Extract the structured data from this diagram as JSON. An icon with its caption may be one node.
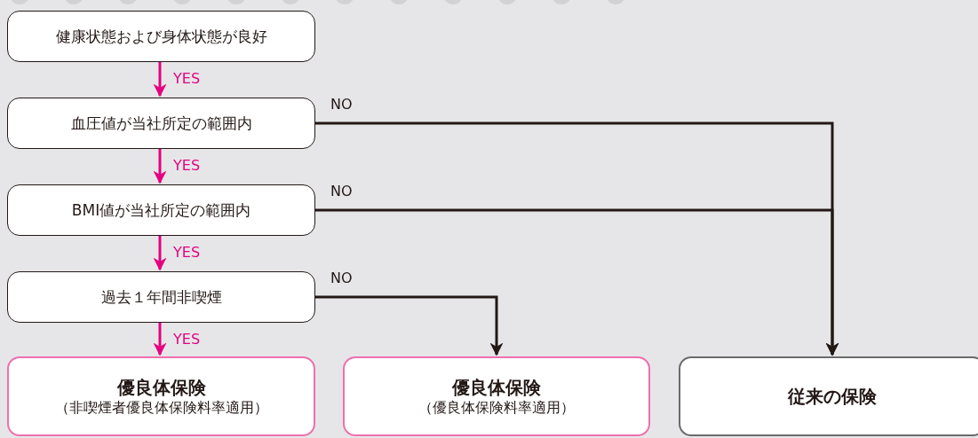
{
  "diagram": {
    "nodes": [
      {
        "text": [
          "健康状態および身体状態が良好"
        ]
      },
      {
        "text": [
          "血圧値が当社所定の範囲内"
        ]
      },
      {
        "text": [
          "BMI値が当社所定の範囲内"
        ]
      },
      {
        "text": [
          "過去１年間非喫煙"
        ]
      },
      {
        "text": [
          "優良体保険",
          "（非喫煙者優良体保険料率適用）"
        ]
      },
      {
        "text": [
          "優良体保険",
          "（優良体保険料率適用）"
        ]
      },
      {
        "text": [
          "従来の保険"
        ]
      }
    ],
    "edges": [
      {
        "from": 0,
        "to": 1,
        "arrow": "to",
        "label": "YES",
        "color": "#e4007f"
      },
      {
        "from": 1,
        "to": 2,
        "arrow": "to",
        "label": "YES",
        "color": "#e4007f"
      },
      {
        "from": 2,
        "to": 3,
        "arrow": "to",
        "label": "YES",
        "color": "#e4007f"
      },
      {
        "from": 3,
        "to": 4,
        "arrow": "to",
        "label": "YES",
        "color": "#e4007f"
      },
      {
        "from": 1,
        "to": 6,
        "arrow": "to",
        "label": "NO",
        "color": "#231815"
      },
      {
        "from": 2,
        "to": 6,
        "arrow": "to",
        "label": "NO",
        "color": "#231815"
      },
      {
        "from": 3,
        "to": 5,
        "arrow": "to",
        "label": "NO",
        "color": "#231815"
      }
    ]
  }
}
